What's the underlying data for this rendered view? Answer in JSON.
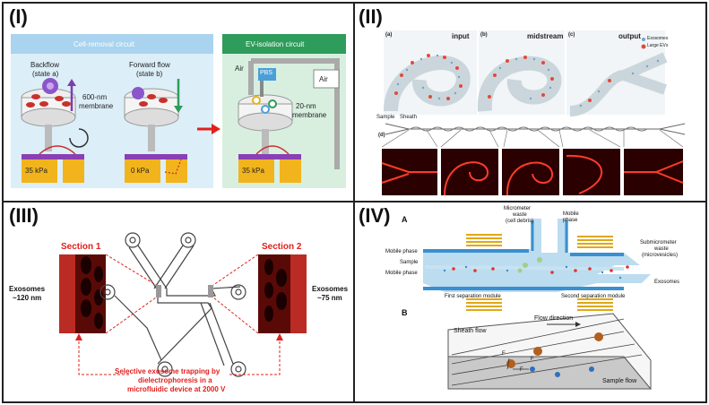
{
  "panel1": {
    "label": "(I)",
    "cell_removal_title": "Cell-removal circuit",
    "ev_isolation_title": "EV-isolation circuit",
    "backflow": "Backflow",
    "state_a": "(state a)",
    "forward_flow": "Forward flow",
    "state_b": "(state b)",
    "membrane_600": "600-nm",
    "membrane_word_1": "membrane",
    "membrane_20": "20-nm",
    "membrane_word_2": "membrane",
    "air_left": "Air",
    "air_right": "Air",
    "pbs": "PBS",
    "pressure_a": "35 kPa",
    "pressure_b": "0 kPa",
    "pressure_c": "35 kPa"
  },
  "panel2": {
    "label": "(II)",
    "sub_a": "(a)",
    "sub_b": "(b)",
    "sub_c": "(c)",
    "sub_d": "(d)",
    "input": "input",
    "midstream": "midstream",
    "output": "output",
    "legend_exosomes": "Exosomes",
    "legend_large_evs": "Large EVs",
    "sample": "Sample",
    "sheath": "Sheath"
  },
  "panel3": {
    "label": "(III)",
    "section1": "Section 1",
    "section2": "Section 2",
    "exo_left_1": "Exosomes",
    "exo_left_2": "~120 nm",
    "exo_right_1": "Exosomes",
    "exo_right_2": "~75 nm",
    "caption_1": "Selective exosome trapping by",
    "caption_2": "dielectrophoresis in a",
    "caption_3": "microfluidic device at 2000 V"
  },
  "panel4": {
    "label": "(IV)",
    "sub_a": "A",
    "sub_b": "B",
    "micrometer_1": "Micrometer",
    "micrometer_2": "waste",
    "micrometer_3": "(cell debris)",
    "mobile_phase_top_1": "Mobile",
    "mobile_phase_top_2": "phase",
    "mobile_phase_left": "Mobile phase",
    "sample": "Sample",
    "mobile_phase_left2": "Mobile phase",
    "submicrometer_1": "Submicrometer",
    "submicrometer_2": "waste",
    "submicrometer_3": "(microvesicles)",
    "exosomes": "Exosomes",
    "first_module": "First separation module",
    "second_module": "Second separation module",
    "flow_direction": "Flow direction",
    "sheath_flow": "Sheath flow",
    "sample_flow": "Sample flow",
    "f_large": "F",
    "f_small": "F",
    "f_d": "F"
  },
  "colors": {
    "red_text": "#e0201c",
    "cell_circuit_bg": "#d9ecf7",
    "cell_circuit_header": "#a9d3ee",
    "ev_circuit_header": "#2e9c5a",
    "ev_circuit_bg": "#d8efe0",
    "gold": "#f2b41c",
    "channel_blue": "#4a9fd8"
  }
}
